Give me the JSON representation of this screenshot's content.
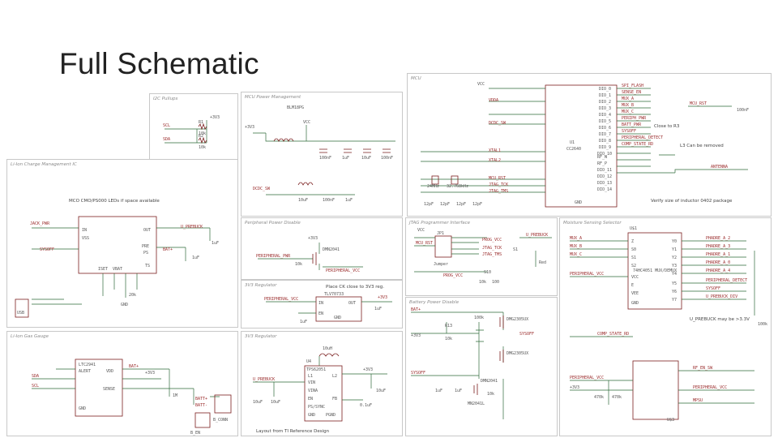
{
  "slide": {
    "title": "Full Schematic"
  },
  "panels": {
    "i2c": {
      "title": "I2C Pullups",
      "labels": [
        "SCL",
        "SDA",
        "R1",
        "10k",
        "R2",
        "10k",
        "+3V3"
      ]
    },
    "charge": {
      "title": "Li-Ion Charge Management IC",
      "note": "MCO CMO/PS000 LEDs if space available",
      "labels": [
        "JACK_PWR",
        "SYSOFF",
        "U_PREBUCK",
        "BAT+",
        "IN",
        "VSS",
        "OUT",
        "PRE",
        "PS",
        "TS",
        "USB",
        "ISET",
        "VBAT",
        "GND",
        "1uF",
        "1uF",
        "20k"
      ]
    },
    "periph_power": {
      "title": "Peripheral Power Disable",
      "labels": [
        "PERIPHERAL_PWR",
        "PERIPHERAL_VCC",
        "+3V3",
        "DMN2041",
        "10k"
      ]
    },
    "vreg33": {
      "title": "3V3 Regulator",
      "note": "Place CK close to 3V3 reg.",
      "labels": [
        "TLV70733",
        "PERIPHERAL_VCC",
        "+3V3",
        "IN",
        "EN",
        "OUT",
        "GND",
        "1uF",
        "1uF"
      ]
    },
    "gauge": {
      "title": "Li-Ion Gas Gauge",
      "labels": [
        "LTC2941",
        "SDA",
        "SCL",
        "BAT+",
        "+3V3",
        "ALERT",
        "VDD",
        "GND",
        "SENSE",
        "1M",
        "B_CONN",
        "B_EN",
        "BATT+",
        "BATT-"
      ]
    },
    "pmgmt": {
      "title": "MCU Power Management",
      "labels": [
        "BLM18PG",
        "VCC",
        "DCDC_SW",
        "+3V3",
        "100nF",
        "1uF",
        "10uF",
        "100nF",
        "100nF",
        "10uF",
        "1uF"
      ]
    },
    "mcu": {
      "title": "MCU",
      "labels": [
        "VCC",
        "VDDA",
        "DCDC_SW",
        "XTAL1",
        "XTAL2",
        "MCU_RST",
        "JTAG_TCK",
        "JTAG_TMS",
        "24MHz",
        "32.768kHz",
        "12pF",
        "12pF",
        "12pF",
        "12pF",
        "U1",
        "CC2640",
        "RF_N",
        "RF_P",
        "DIO_0",
        "DIO_1",
        "DIO_2",
        "DIO_3",
        "DIO_4",
        "DIO_5",
        "DIO_6",
        "DIO_7",
        "DIO_8",
        "DIO_9",
        "DIO_10",
        "DIO_11",
        "DIO_12",
        "DIO_13",
        "DIO_14",
        "GND",
        "MCU_RST",
        "100nF",
        "ANTENNA",
        "L3 Can be removed",
        "Close to R3",
        "Verify size of inductor 0402 package",
        "SPI_FLASH",
        "SENSE_EN",
        "MUX_A",
        "MUX_B",
        "MUX_C",
        "PERIPH_PWR",
        "BATT_PWR",
        "SYSOFF",
        "PERIPHERAL_DETECT",
        "COMP_STATE_RD"
      ]
    },
    "jtag": {
      "title": "JTAG Programmer Interface",
      "labels": [
        "VCC",
        "JP1",
        "MCU_RST",
        "JTAG_TCK",
        "JTAG_TMS",
        "PROG_VCC",
        "U_PREBUCK",
        "S1",
        "PROG_VCC",
        "S10",
        "10k",
        "100",
        "Jumper",
        "Red"
      ]
    },
    "batt_disable": {
      "title": "Battery Power Disable",
      "labels": [
        "BAT+",
        "+3V3",
        "R13",
        "10k",
        "100k",
        "SYSOFF",
        "SYSOFF",
        "DMG2305UX",
        "DMG2305UX",
        "10k",
        "1uF",
        "DMN2041",
        "MN2041L",
        "1uF"
      ]
    },
    "vreg_buck": {
      "title": "3V3 Regulator",
      "labels": [
        "U4",
        "TPS62051",
        "L1",
        "L2",
        "VIN",
        "VINA",
        "EN",
        "FB",
        "PS/SYNC",
        "GND",
        "PGND",
        "10uH",
        "U_PREBUCK",
        "+3V3",
        "10uF",
        "10uF",
        "10uF",
        "0.1uF"
      ],
      "note": "Layout from TI Reference Design"
    },
    "moisture": {
      "title": "Moisture Sensing Selector",
      "labels": [
        "U$1",
        "74HC4051 MUX/DEMUX",
        "MUX_A",
        "MUX_B",
        "MUX_C",
        "PERIPHERAL_VCC",
        "COMP_STATE_RD",
        "Y0",
        "Y1",
        "Y2",
        "Y3",
        "Y4",
        "Y5",
        "Y6",
        "Y7",
        "Z",
        "E",
        "VEE",
        "S0",
        "S1",
        "S2",
        "VCC",
        "GND",
        "PHADRE_A_2",
        "PHADRE_A_3",
        "PHADRE_A_1",
        "PHADRE_A_0",
        "PHADRE_A_4",
        "PERIPHERAL_DETECT",
        "SYSOFF",
        "U_PREBUCK_DIV",
        "U_PREBUCK may be >3.3V",
        "PERIPHERAL_VCC",
        "+3V3",
        "RF_EN_SW",
        "PERIPHERAL_VCC",
        "MPSU",
        "U$3",
        "470k",
        "470k",
        "100k"
      ]
    }
  }
}
